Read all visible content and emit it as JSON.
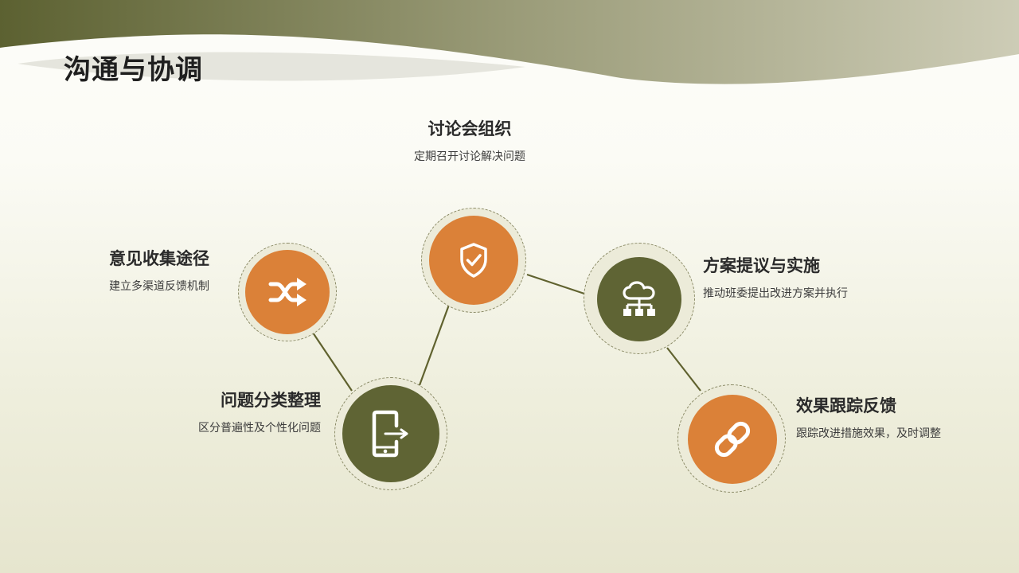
{
  "page": {
    "title": "沟通与协调"
  },
  "nodes": [
    {
      "id": "discussion",
      "title": "讨论会组织",
      "desc": "定期召开讨论解决问题",
      "icon": "shield-check-icon",
      "color": "#db8138"
    },
    {
      "id": "collect",
      "title": "意见收集途径",
      "desc": "建立多渠道反馈机制",
      "icon": "shuffle-icon",
      "color": "#db8138"
    },
    {
      "id": "classify",
      "title": "问题分类整理",
      "desc": "区分普遍性及个性化问题",
      "icon": "phone-export-icon",
      "color": "#5f6434"
    },
    {
      "id": "plan",
      "title": "方案提议与实施",
      "desc": "推动班委提出改进方案并执行",
      "icon": "cloud-network-icon",
      "color": "#5f6434"
    },
    {
      "id": "track",
      "title": "效果跟踪反馈",
      "desc": "跟踪改进措施效果，及时调整",
      "icon": "link-icon",
      "color": "#db8138"
    }
  ],
  "colors": {
    "orange": "#db8138",
    "olive": "#5f6434",
    "ring": "#ecebd9",
    "line": "#60622f"
  }
}
